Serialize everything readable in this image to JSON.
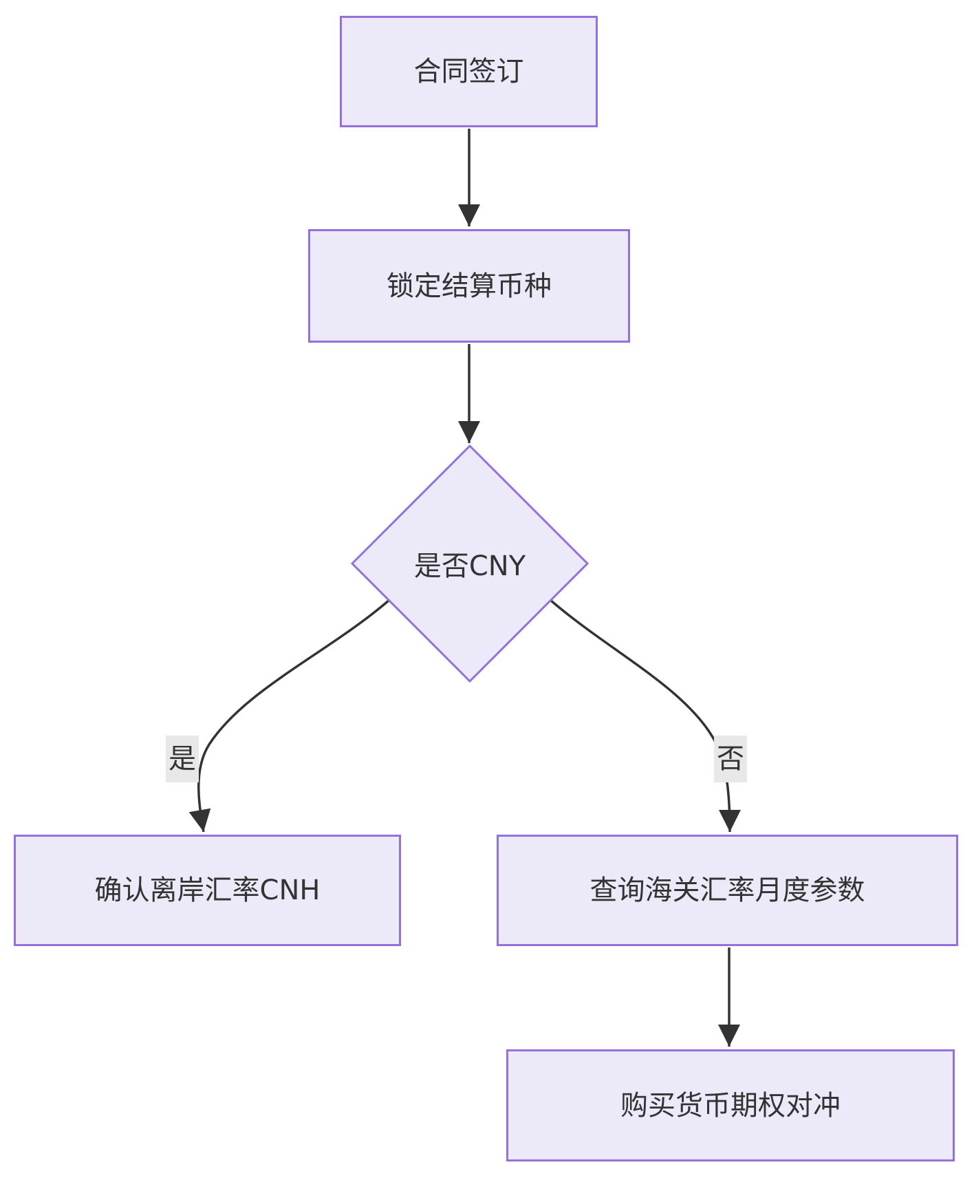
{
  "diagram": {
    "type": "flowchart",
    "direction": "top-down",
    "nodes": {
      "contract": {
        "label": "合同签订",
        "shape": "rect"
      },
      "lock": {
        "label": "锁定结算币种",
        "shape": "rect"
      },
      "decision": {
        "label": "是否CNY",
        "shape": "diamond"
      },
      "cnh": {
        "label": "确认离岸汇率CNH",
        "shape": "rect"
      },
      "customs": {
        "label": "查询海关汇率月度参数",
        "shape": "rect"
      },
      "hedge": {
        "label": "购买货币期权对冲",
        "shape": "rect"
      }
    },
    "edges": [
      {
        "from": "contract",
        "to": "lock",
        "label": ""
      },
      {
        "from": "lock",
        "to": "decision",
        "label": ""
      },
      {
        "from": "decision",
        "to": "cnh",
        "label": "是"
      },
      {
        "from": "decision",
        "to": "customs",
        "label": "否"
      },
      {
        "from": "customs",
        "to": "hedge",
        "label": ""
      }
    ],
    "colors": {
      "background": "#FFFFFF",
      "node_fill": "#ECEAF8",
      "node_border": "#9370DB",
      "edge_line": "#333333",
      "edge_label_bg": "#E8E8E8",
      "text": "#333333"
    }
  }
}
